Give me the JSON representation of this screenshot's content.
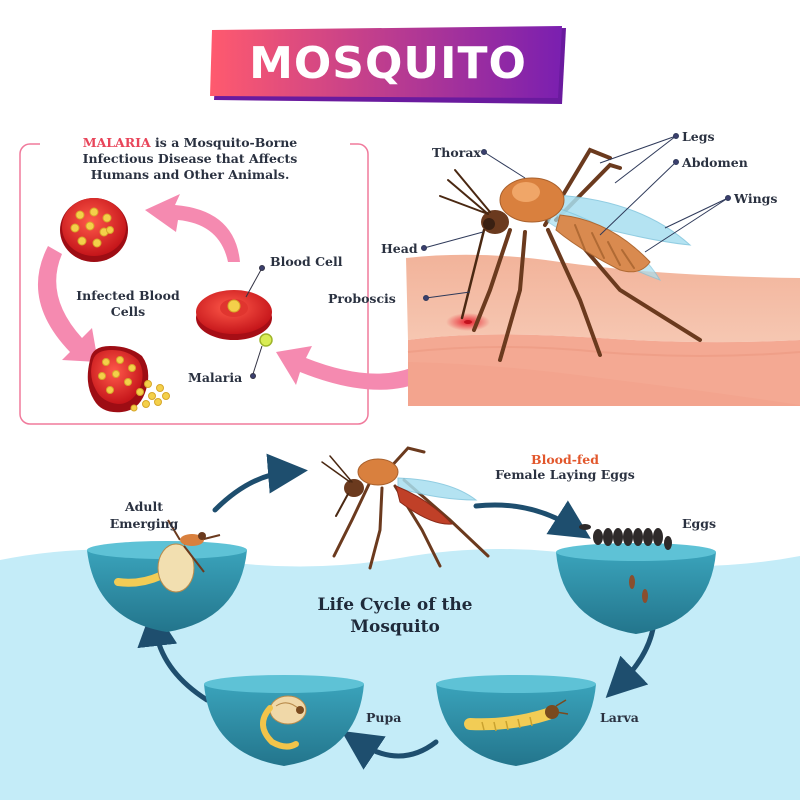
{
  "title": "MOSQUITO",
  "info": {
    "highlight": "MALARIA",
    "line1_rest": " is a Mosquito-Borne",
    "line2": "Infectious Disease that Affects",
    "line3": "Humans and Other Animals."
  },
  "infection_labels": {
    "infected_cells": "Infected Blood Cells",
    "blood_cell": "Blood Cell",
    "malaria": "Malaria"
  },
  "anatomy_labels": {
    "thorax": "Thorax",
    "legs": "Legs",
    "abdomen": "Abdomen",
    "wings": "Wings",
    "head": "Head",
    "proboscis": "Proboscis"
  },
  "life_cycle": {
    "title": "Life Cycle of the Mosquito",
    "blood_fed": "Blood-fed",
    "laying": "Female Laying Eggs",
    "eggs": "Eggs",
    "larva": "Larva",
    "pupa": "Pupa",
    "adult": "Adult Emerging"
  },
  "colors": {
    "banner_left": "#ff5a6e",
    "banner_right": "#7a1fb0",
    "pink_arrow": "#f06aa0",
    "water": "#bfe9f7",
    "bowl": "#2f8fa8",
    "cycle_arrow": "#1e4e6e"
  }
}
